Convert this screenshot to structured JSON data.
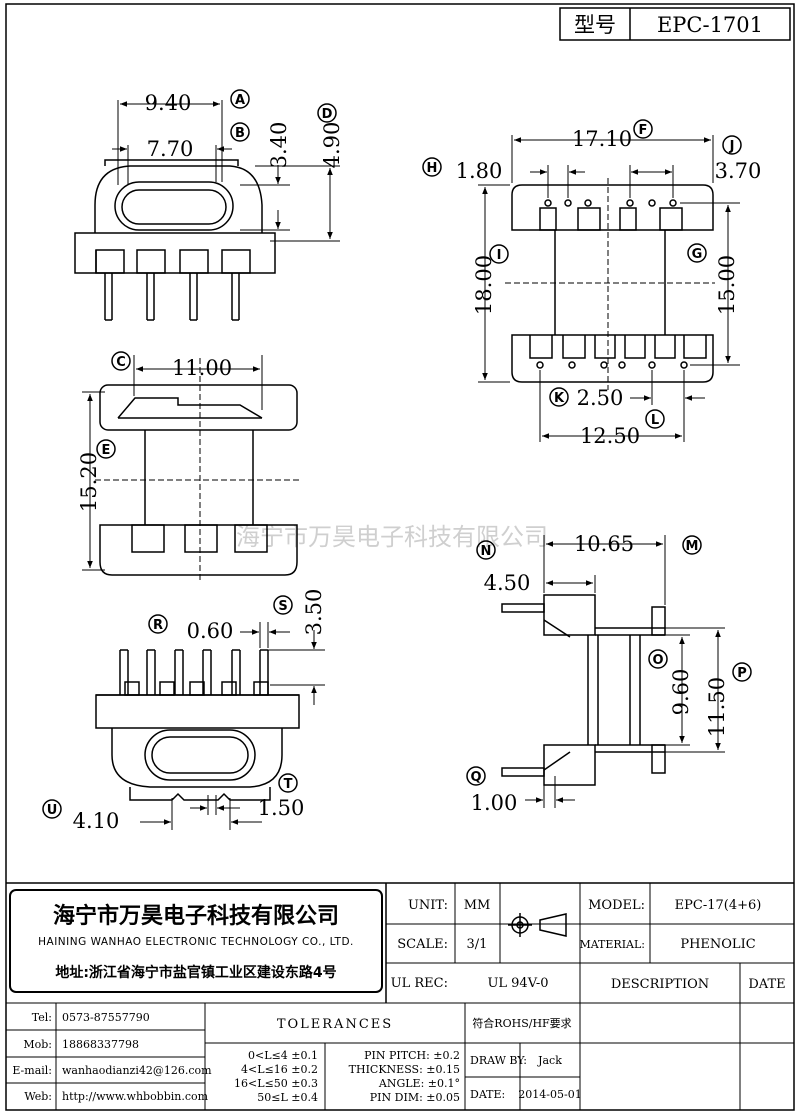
{
  "header": {
    "type_label": "型号",
    "part_no": "EPC-1701"
  },
  "watermark": "海宁市万昊电子科技有限公司",
  "dimensions": {
    "top_left_width": "9.40",
    "top_left_inner": "7.70",
    "top_left_h1": "3.40",
    "top_left_h2": "4.90",
    "mid_left_width": "11.00",
    "mid_left_height": "15.20",
    "bottom_left_pin_w": "0.60",
    "bottom_left_pin_h": "3.50",
    "bottom_left_u": "4.10",
    "bottom_left_t": "1.50",
    "right_top_width": "17.10",
    "right_top_h": "1.80",
    "right_top_j": "3.70",
    "right_top_height": "18.00",
    "right_top_inner": "15.00",
    "right_top_pitch": "2.50",
    "right_top_span": "12.50",
    "right_side_width": "10.65",
    "right_side_n": "4.50",
    "right_side_o": "9.60",
    "right_side_p": "11.50",
    "right_side_q": "1.00"
  },
  "callouts": [
    "A",
    "B",
    "C",
    "D",
    "E",
    "F",
    "G",
    "H",
    "I",
    "J",
    "K",
    "L",
    "M",
    "N",
    "O",
    "P",
    "Q",
    "R",
    "S",
    "T",
    "U"
  ],
  "title_block": {
    "company_cn": "海宁市万昊电子科技有限公司",
    "company_en": "HAINING WANHAO ELECTRONIC TECHNOLOGY CO., LTD.",
    "address": "地址:浙江省海宁市盐官镇工业区建设东路4号",
    "unit_label": "UNIT:",
    "unit_value": "MM",
    "scale_label": "SCALE:",
    "scale_value": "3/1",
    "ulrec_label": "UL REC:",
    "ulrec_value": "UL 94V-0",
    "model_label": "MODEL:",
    "model_value": "EPC-17(4+6)",
    "material_label": "MATERIAL:",
    "material_value": "PHENOLIC",
    "description_label": "DESCRIPTION",
    "date_label": "DATE",
    "tel_label": "Tel:",
    "tel_value": "0573-87557790",
    "mob_label": "Mob:",
    "mob_value": "18868337798",
    "email_label": "E-mail:",
    "email_value": "wanhaodianzi42@126.com",
    "web_label": "Web:",
    "web_value": "http://www.whbobbin.com",
    "tolerances_label": "TOLERANCES",
    "rohs_text": "符合ROHS/HF要求",
    "tol_rows": [
      "0<L≤4 ±0.1",
      "4<L≤16 ±0.2",
      "16<L≤50 ±0.3",
      "50≤L ±0.4"
    ],
    "pin_rows": [
      "PIN PITCH: ±0.2",
      "THICKNESS: ±0.15",
      "ANGLE: ±0.1°",
      "PIN DIM: ±0.05"
    ],
    "draw_by_label": "DRAW BY:",
    "draw_by_value": "Jack",
    "date_field_label": "DATE:",
    "date_value": "2014-05-01"
  }
}
